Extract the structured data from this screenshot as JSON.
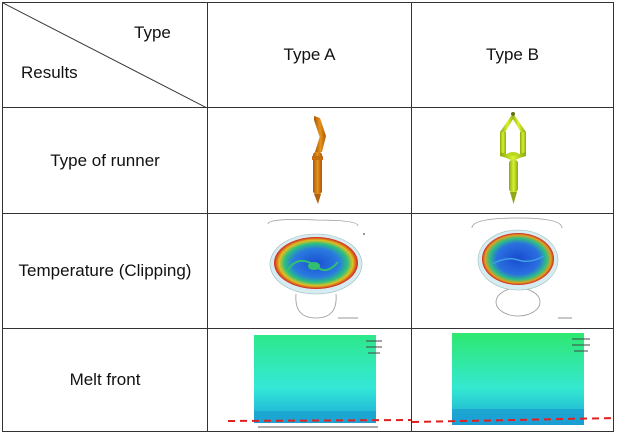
{
  "header": {
    "type_label": "Type",
    "results_label": "Results",
    "col_a": "Type A",
    "col_b": "Type B"
  },
  "rows": [
    {
      "label": "Type of runner"
    },
    {
      "label": "Temperature (Clipping)"
    },
    {
      "label": "Melt front"
    }
  ],
  "colors": {
    "runner_a": "#d07a10",
    "runner_b": "#b8d820",
    "melt_top": "#2ee88a",
    "melt_bottom": "#1aa8d8",
    "dashed_line": "#e02020"
  }
}
